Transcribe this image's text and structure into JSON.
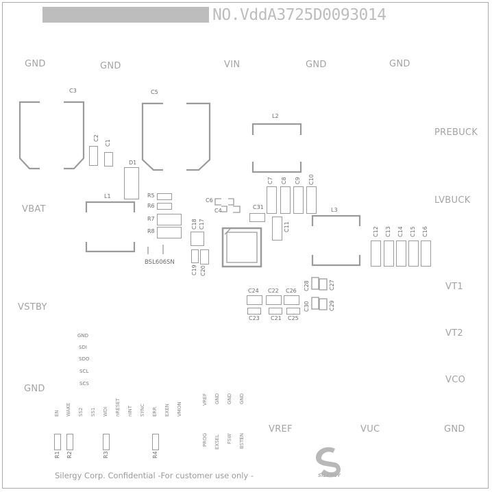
{
  "title": {
    "number": "NO.VddA3725D0093014"
  },
  "footer": {
    "text": "Silergy Corp. Confidential -For customer use only -"
  },
  "logo": {
    "text": "SILERGY"
  },
  "net_labels": {
    "gnd1": "GND",
    "gnd2": "GND",
    "vin": "VIN",
    "gnd3": "GND",
    "gnd4": "GND",
    "prebuck": "PREBUCK",
    "lvbuck": "LVBUCK",
    "vbat": "VBAT",
    "vstby": "VSTBY",
    "vt1": "VT1",
    "vt2": "VT2",
    "vco": "VCO",
    "gnd5": "GND",
    "vref": "VREF",
    "vuc": "VUC",
    "gnd6": "GND"
  },
  "components": {
    "c3": "C3",
    "c5": "C5",
    "c2": "C2",
    "c1": "C1",
    "d1": "D1",
    "l1": "L1",
    "l2": "L2",
    "r5": "R5",
    "r6": "R6",
    "r7": "R7",
    "r8": "R8",
    "c6": "C6",
    "c4": "C4",
    "c31": "C31",
    "c7": "C7",
    "c8": "C8",
    "c9": "C9",
    "c10": "C10",
    "c11": "C11",
    "l3": "L3",
    "c18": "C18",
    "c17": "C17",
    "c19": "C19",
    "c20": "C20",
    "bsl": "BSL606SN",
    "c12": "C12",
    "c13": "C13",
    "c14": "C14",
    "c15": "C15",
    "c16": "C16",
    "c24": "C24",
    "c22": "C22",
    "c26": "C26",
    "c23": "C23",
    "c21": "C21",
    "c25": "C25",
    "c28": "C28",
    "c27": "C27",
    "c30": "C30",
    "c29": "C29",
    "r1": "R1",
    "r2": "R2",
    "r3": "R3",
    "r4": "R4"
  },
  "spi_pins": [
    "GND",
    "SDI",
    "SDO",
    "SCL",
    "SCS"
  ],
  "control_pins": [
    "EN",
    "WAKE",
    "SS2",
    "SS1",
    "WDI",
    "nRESET",
    "nINT",
    "SYNC",
    "ERR",
    "EXEN",
    "VMON"
  ],
  "ref_pins_top": [
    "VREF",
    "GND",
    "GND",
    "GND"
  ],
  "ref_pins_bottom": [
    "PROG",
    "EXSEL",
    "FSW",
    "BSTEN"
  ]
}
